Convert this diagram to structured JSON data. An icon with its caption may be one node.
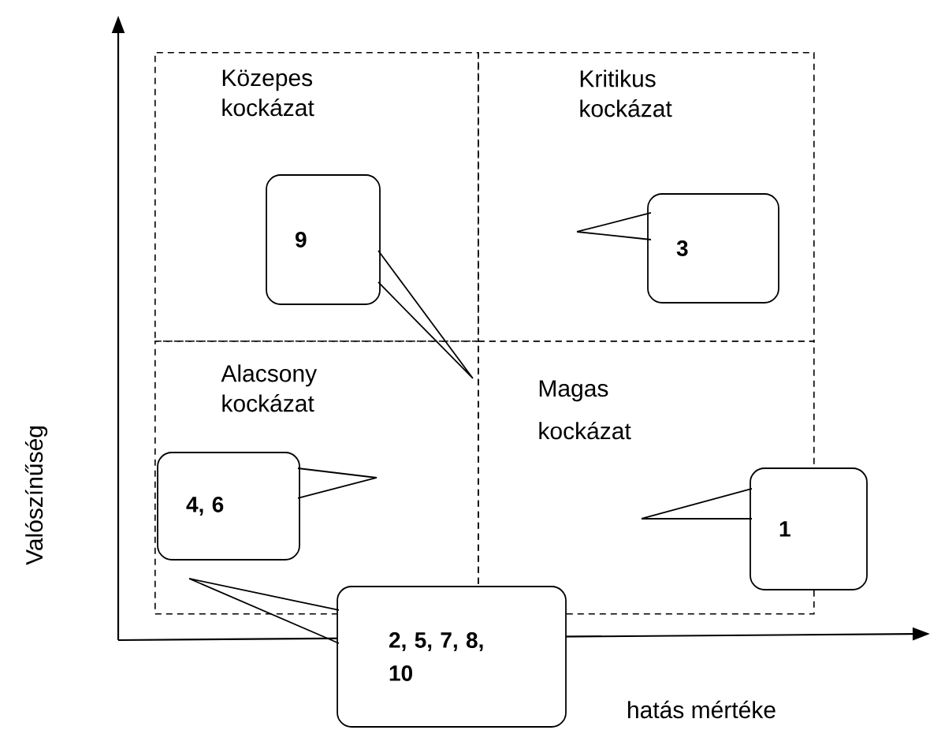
{
  "diagram": {
    "nodes": [
      {
        "text": [
          "Közepes kockázat"
        ]
      },
      {
        "text": [
          "Kritikus kockázat"
        ]
      },
      {
        "text": [
          "Alacsony kockázat"
        ]
      },
      {
        "text": [
          "Magas kockázat"
        ]
      },
      {
        "text": [
          "9"
        ],
        "in": 0
      },
      {
        "text": [
          "3"
        ],
        "in": 1
      },
      {
        "text": [
          "4, 6"
        ],
        "in": 2
      },
      {
        "text": [
          "1"
        ]
      },
      {
        "text": [
          "2, 5, 7, 8, 10"
        ]
      }
    ],
    "edges": [
      {
        "from": 4,
        "to": 2,
        "arrow": "none"
      },
      {
        "from": 5,
        "to": null,
        "arrow": "none"
      },
      {
        "from": 6,
        "to": null,
        "arrow": "none"
      },
      {
        "from": 7,
        "to": 3,
        "arrow": "none"
      },
      {
        "from": 8,
        "to": 2,
        "arrow": "none"
      }
    ],
    "labels": [
      "Valószínűség",
      "hatás mértéke"
    ]
  }
}
